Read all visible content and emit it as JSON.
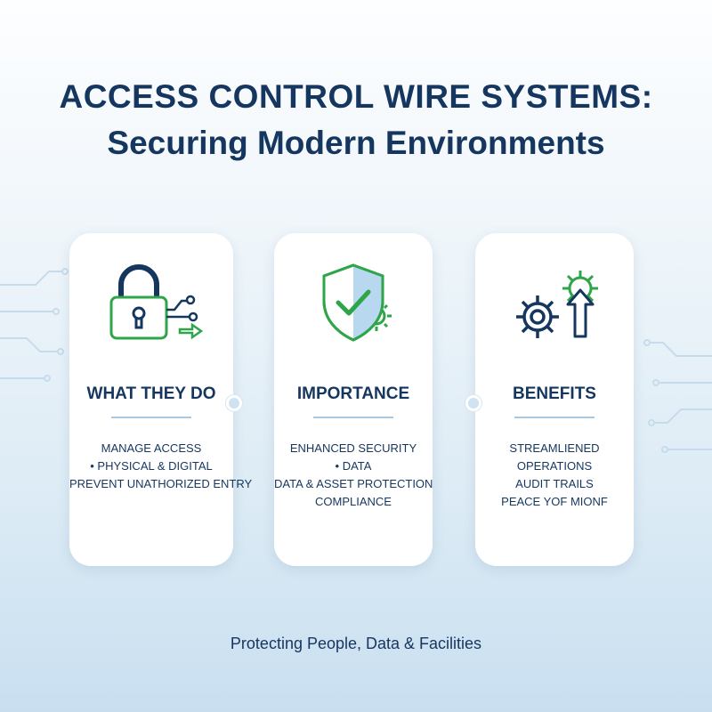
{
  "title": {
    "line1": "ACCESS CONTROL WIRE SYSTEMS:",
    "line2": "Securing Modern Environments"
  },
  "cards": [
    {
      "icon": "padlock-network-icon",
      "heading": "WHAT THEY DO",
      "lines": [
        "MANAGE ACCESS",
        "• PHYSICAL & DIGITAL",
        "PREVENT UNATHORIZED ENTRY"
      ]
    },
    {
      "icon": "shield-check-icon",
      "heading": "IMPORTANCE",
      "lines": [
        "ENHANCED SECURITY",
        "• DATA",
        "DATA & ASSET PROTECTION",
        "COMPLIANCE"
      ]
    },
    {
      "icon": "gears-arrow-icon",
      "heading": "BENEFITS",
      "lines": [
        "STREAMLIENED",
        "OPERATIONS",
        "AUDIT TRAILS",
        "PEACE YOF MIONF"
      ]
    }
  ],
  "tagline": "Protecting People, Data & Facilities",
  "colors": {
    "navy": "#15365e",
    "green": "#2fa54a",
    "light_blue": "#9fcbea",
    "rule": "#a9c8e2"
  }
}
